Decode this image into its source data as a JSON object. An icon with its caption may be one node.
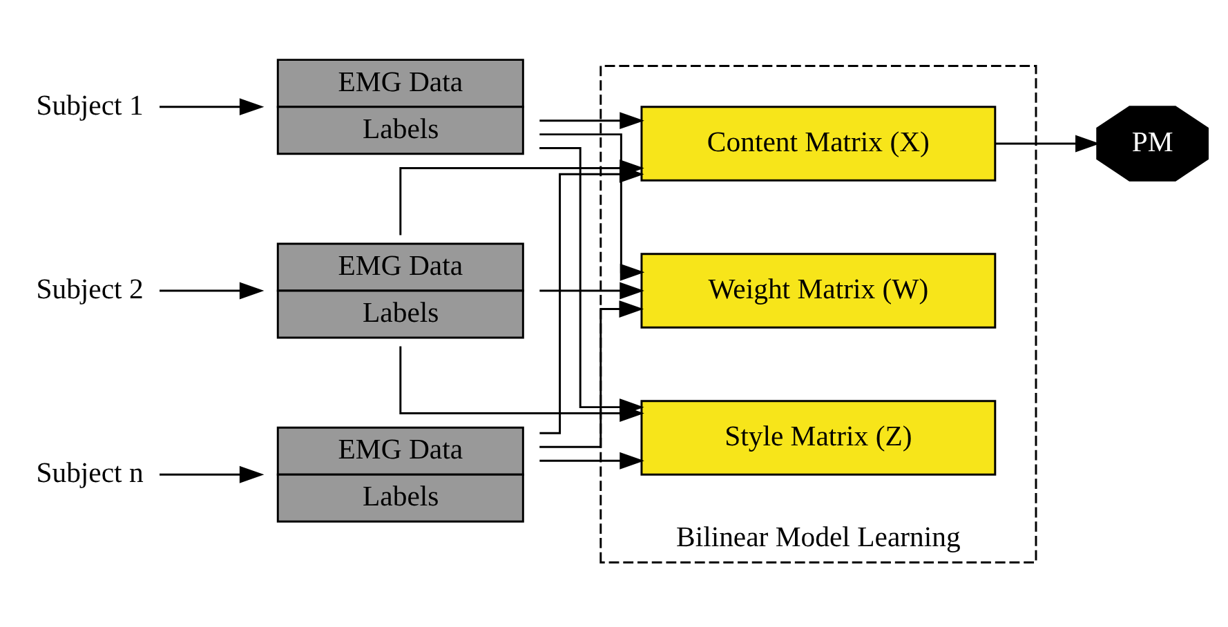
{
  "diagram": {
    "nodes": [
      {
        "text": [
          "Subject 1"
        ]
      },
      {
        "text": [
          "EMG Data",
          "Labels"
        ]
      },
      {
        "text": [
          "Subject 2"
        ]
      },
      {
        "text": [
          "EMG Data",
          "Labels"
        ]
      },
      {
        "text": [
          "Subject n"
        ]
      },
      {
        "text": [
          "EMG Data",
          "Labels"
        ]
      },
      {
        "text": [
          "Bilinear Model Learning"
        ]
      },
      {
        "text": [
          "Style Matrix (Z)"
        ],
        "in": 6
      },
      {
        "text": [
          "Content Matrix (X)"
        ],
        "in": 6
      },
      {
        "text": [
          "Weight Matrix (W)"
        ],
        "in": 6
      },
      {
        "text": [
          "PM"
        ]
      }
    ],
    "edges": [
      {
        "from": 0,
        "to": 1,
        "arrow": "to"
      },
      {
        "from": 2,
        "to": 3,
        "arrow": "to"
      },
      {
        "from": 4,
        "to": 5,
        "arrow": "to"
      },
      {
        "from": 1,
        "to": 7,
        "arrow": "to"
      },
      {
        "from": 1,
        "to": 8,
        "arrow": "to"
      },
      {
        "from": 1,
        "to": 9,
        "arrow": "to"
      },
      {
        "from": 3,
        "to": 7,
        "arrow": "to"
      },
      {
        "from": 3,
        "to": 8,
        "arrow": "to"
      },
      {
        "from": 3,
        "to": 9,
        "arrow": "to"
      },
      {
        "from": 5,
        "to": 7,
        "arrow": "to"
      },
      {
        "from": 5,
        "to": 8,
        "arrow": "to"
      },
      {
        "from": 5,
        "to": 9,
        "arrow": "to"
      },
      {
        "from": 8,
        "to": 10,
        "arrow": "to"
      }
    ]
  }
}
